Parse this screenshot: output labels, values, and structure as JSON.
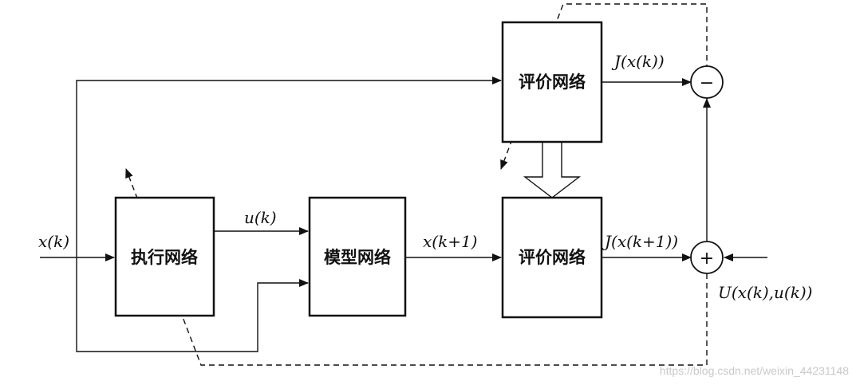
{
  "blocks": {
    "critic_top": "评价网络",
    "actor": "执行网络",
    "model": "模型网络",
    "critic_bottom": "评价网络"
  },
  "labels": {
    "x_k": "x(k)",
    "u_k": "u(k)",
    "x_k1": "x(k+1)",
    "j_xk": "J(x(k))",
    "j_xk1": "J(x(k+1))",
    "utility": "U(x(k),u(k))"
  },
  "signs": {
    "minus": "−",
    "plus": "+"
  },
  "watermark": "https://blog.csdn.net/weixin_44231148"
}
